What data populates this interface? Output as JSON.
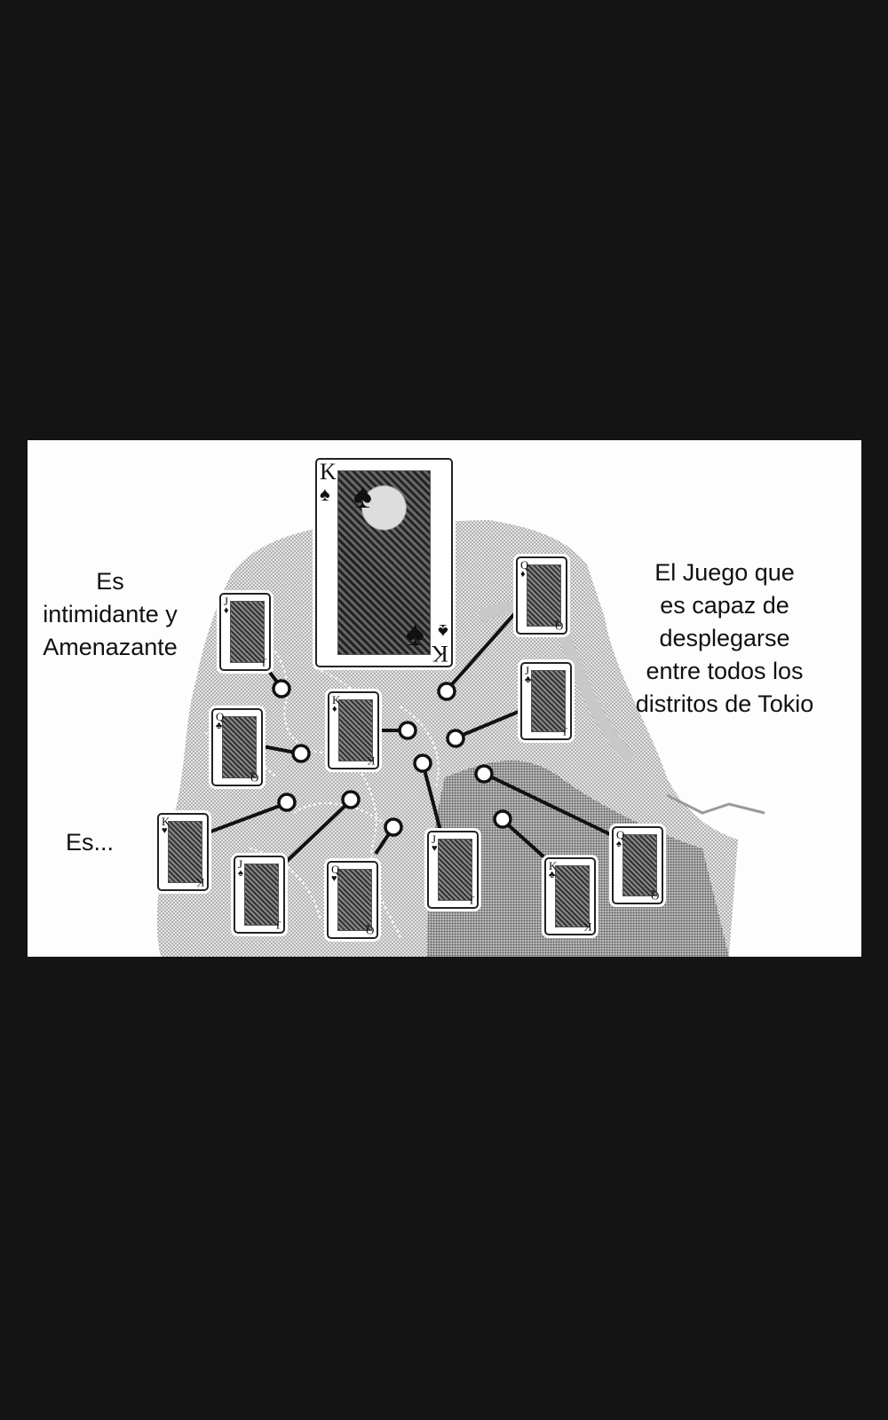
{
  "page": {
    "background_color": "#141414",
    "panel_color": "#fdfdfd"
  },
  "captions": {
    "left_top": "Es\nintimidante y\nAmenazante",
    "left_bottom": "Es...",
    "right": "El Juego que\n es capaz de\ndesplegarse\nentre todos los\ndistritos de Tokio"
  },
  "illustration": {
    "description": "Map of Tokyo districts with face cards linked to locations",
    "cards": [
      {
        "id": "king-of-spades",
        "rank": "K",
        "suit": "♠",
        "size": "large"
      },
      {
        "id": "jack-of-diamonds",
        "rank": "J",
        "suit": "♦"
      },
      {
        "id": "queen-of-diamonds",
        "rank": "Q",
        "suit": "♦"
      },
      {
        "id": "jack-of-clubs",
        "rank": "J",
        "suit": "♣"
      },
      {
        "id": "queen-of-clubs",
        "rank": "Q",
        "suit": "♣"
      },
      {
        "id": "king-of-diamonds",
        "rank": "K",
        "suit": "♦"
      },
      {
        "id": "king-of-hearts",
        "rank": "K",
        "suit": "♥"
      },
      {
        "id": "jack-of-spades",
        "rank": "J",
        "suit": "♠"
      },
      {
        "id": "queen-of-hearts",
        "rank": "Q",
        "suit": "♥"
      },
      {
        "id": "jack-of-hearts",
        "rank": "J",
        "suit": "♥"
      },
      {
        "id": "king-of-clubs",
        "rank": "K",
        "suit": "♣"
      },
      {
        "id": "queen-of-spades",
        "rank": "Q",
        "suit": "♠"
      }
    ]
  }
}
